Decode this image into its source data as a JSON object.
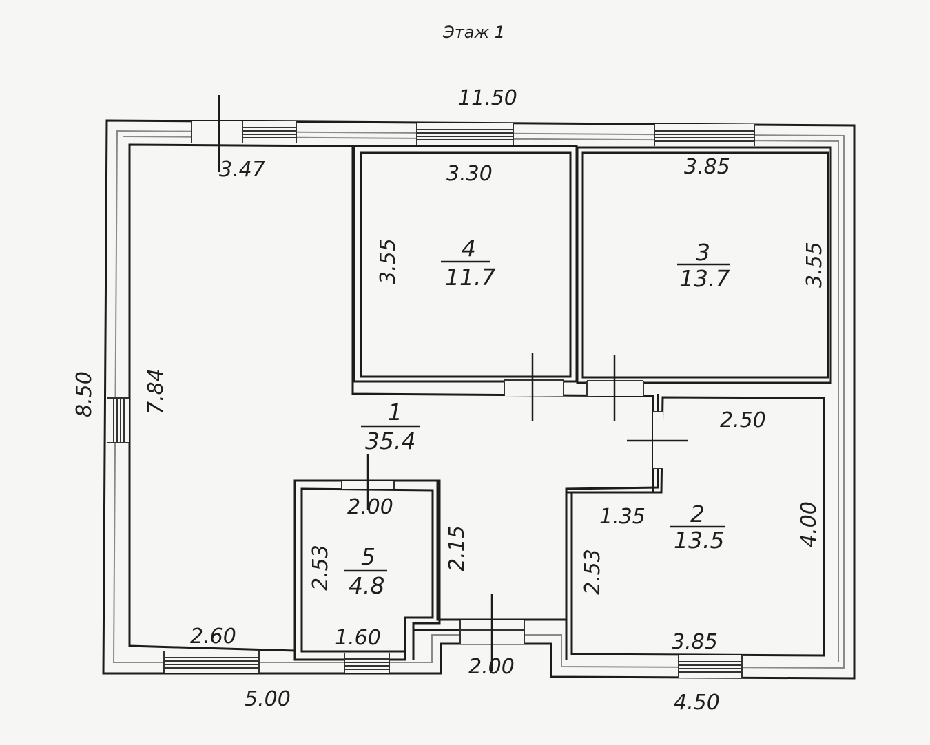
{
  "title": "Этаж 1",
  "dimensions": {
    "overall_width": "11.50",
    "overall_height": "8.50",
    "bottom_left": "5.00",
    "bottom_mid": "2.00",
    "bottom_right": "4.50",
    "room1_top": "3.47",
    "room1_left": "7.84",
    "room1_bottom": "2.60",
    "room4_top": "3.30",
    "room4_left": "3.55",
    "room3_top": "3.85",
    "room3_right": "3.55",
    "room2_top": "2.50",
    "room2_right": "4.00",
    "room2_inner_top": "1.35",
    "room2_inner_left": "2.53",
    "room2_bottom": "3.85",
    "room5_top": "2.00",
    "room5_left": "2.53",
    "room5_bottom": "1.60",
    "corridor": "2.15"
  },
  "rooms": [
    {
      "number": "1",
      "area": "35.4"
    },
    {
      "number": "2",
      "area": "13.5"
    },
    {
      "number": "3",
      "area": "13.7"
    },
    {
      "number": "4",
      "area": "11.7"
    },
    {
      "number": "5",
      "area": "4.8"
    }
  ]
}
